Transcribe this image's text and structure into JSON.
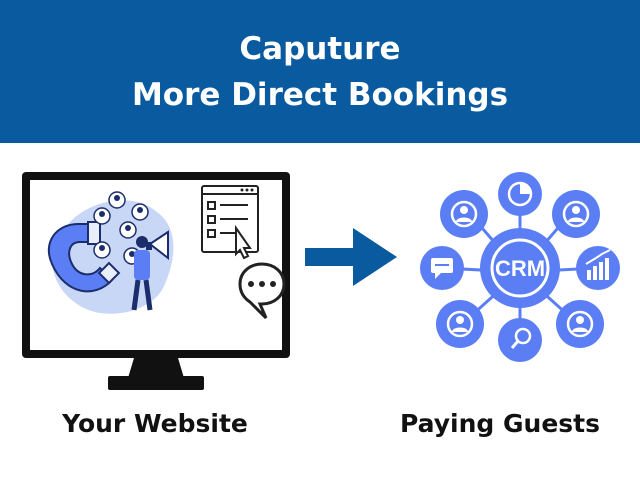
{
  "banner": {
    "line1": "Caputure",
    "line2": "More Direct Bookings"
  },
  "left_panel": {
    "caption": "Your Website",
    "icons": [
      "monitor-icon",
      "magnet-icon",
      "megaphone-person-icon",
      "checklist-window-icon",
      "cursor-icon",
      "chat-bubble-icon"
    ]
  },
  "right_panel": {
    "caption": "Paying Guests",
    "hub_label": "CRM",
    "icons": [
      "user-icon",
      "pie-chart-icon",
      "chat-icon",
      "bar-chart-icon",
      "search-icon"
    ]
  },
  "colors": {
    "banner": "#0a5aa0",
    "accent_blue": "#5b7ef5",
    "arrow": "#0a5aa0",
    "monitor": "#111111"
  }
}
